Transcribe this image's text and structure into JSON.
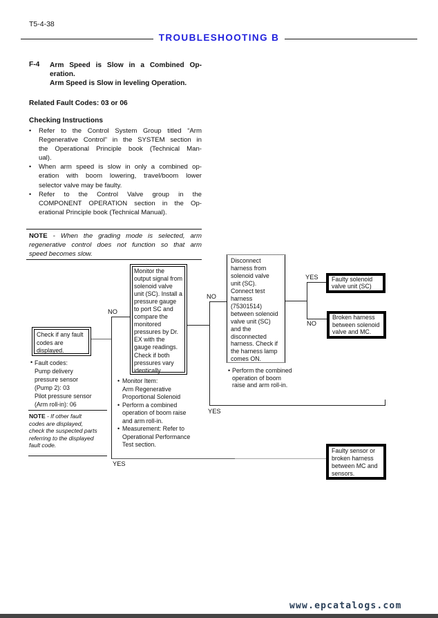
{
  "colors": {
    "title_blue": "#2222dd",
    "footer_navy": "#2b4059"
  },
  "page": {
    "code": "T5-4-38",
    "title": "TROUBLESHOOTING B",
    "footer": "www.epcatalogs.com"
  },
  "section": {
    "id": "F-4",
    "title_lines": [
      "Arm Speed is Slow in a Combined Op-",
      "eration.",
      "Arm Speed is Slow in leveling Operation."
    ],
    "related": "Related Fault Codes: 03 or 06",
    "checking_heading": "Checking Instructions",
    "bullets": [
      {
        "lines": [
          "Refer to the Control System Group titled “Arm",
          "Regenerative Control” in the SYSTEM section in",
          "the Operational Principle book (Technical Man-",
          "ual)."
        ]
      },
      {
        "lines": [
          "When arm speed is slow in only a combined op-",
          "eration with boom lowering, travel/boom lower",
          "selector valve may be faulty."
        ]
      },
      {
        "lines": [
          "Refer to the Control Valve group in the",
          "COMPONENT OPERATION section in the Op-",
          "erational Principle book (Technical Manual)."
        ]
      }
    ]
  },
  "note_main": {
    "lines": [
      {
        "b": "NOTE",
        "t": " - When the grading mode is selected, arm"
      },
      "regenerative control does not function so that arm",
      "speed becomes slow."
    ]
  },
  "flowchart": {
    "check_box": {
      "lines": [
        "Check if any fault",
        "codes are",
        "displayed."
      ]
    },
    "fault_codes": {
      "lines": [
        "Fault codes:",
        "Pump delivery",
        "pressure sensor",
        "(Pump 2): 03",
        "Pilot pressure sensor",
        "(Arm roll-in): 06"
      ]
    },
    "note_small": {
      "lines": [
        {
          "b": "NOTE",
          "t": " - If other fault"
        },
        "codes are displayed,",
        "check the suspected parts",
        "referring to the displayed",
        "fault code."
      ]
    },
    "monitor_box": {
      "lines": [
        "Monitor the",
        "output signal from",
        "solenoid valve",
        "unit (SC). Install a",
        "pressure gauge",
        "to port SC and",
        "compare the",
        "monitored",
        "pressures by Dr.",
        "EX with the",
        "gauge readings.",
        "Check if both",
        "pressures vary",
        "identically."
      ]
    },
    "monitor_bullets": [
      {
        "lines": [
          "Monitor Item:",
          "Arm Regenerative",
          "Proportional Solenoid"
        ]
      },
      {
        "lines": [
          "Perform a combined",
          "operation of boom raise",
          "and arm roll-in."
        ]
      },
      {
        "lines": [
          "Measurement: Refer to",
          "Operational Performance",
          "Test section."
        ]
      }
    ],
    "disconnect_box": {
      "lines": [
        "Disconnect",
        "harness from",
        "solenoid valve",
        "unit (SC).",
        "Connect test",
        "harness",
        "(75301514)",
        "between solenoid",
        "valve unit (SC)",
        "and the",
        "disconnected",
        "harness. Check if",
        "the harness lamp",
        "comes ON."
      ]
    },
    "disconnect_bullet": {
      "lines": [
        "Perform the combined",
        "operation of boom",
        "raise and arm roll-in."
      ]
    },
    "faulty_solenoid_box": {
      "lines": [
        "Faulty solenoid",
        "valve unit (SC)"
      ]
    },
    "broken_harness_box": {
      "lines": [
        "Broken harness",
        "between solenoid",
        "valve and MC."
      ]
    },
    "faulty_sensor_box": {
      "lines": [
        "Faulty sensor or",
        "broken harness",
        "between MC and",
        "sensors."
      ]
    },
    "labels": {
      "no1": "NO",
      "yes1": "YES",
      "no2": "NO",
      "yes2": "YES",
      "no3": "NO",
      "yes3": "YES"
    }
  }
}
